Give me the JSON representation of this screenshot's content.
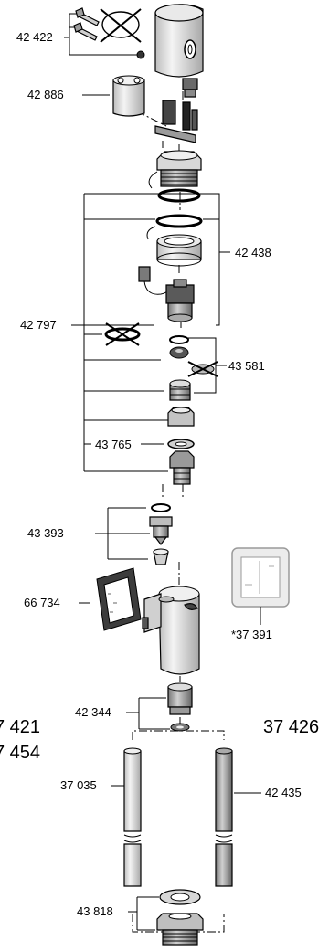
{
  "labels": {
    "p42422": "42 422",
    "p42886": "42 886",
    "p42438": "42 438",
    "p42797": "42 797",
    "p43581": "43 581",
    "p43765": "43 765",
    "p43393": "43 393",
    "p66734": "66 734",
    "p37391": "*37 391",
    "p42344": "42 344",
    "p37035": "37 035",
    "p42435": "42 435",
    "p43818": "43 818"
  },
  "models": {
    "left_line1": "7 421",
    "left_line2": "7 454",
    "right": "37 426"
  },
  "colors": {
    "ink": "#000000",
    "light_part": "#e6e6e6",
    "mid_part": "#b4b4b4",
    "dark_part": "#555555",
    "ghost_part": "#9a9a9a"
  }
}
